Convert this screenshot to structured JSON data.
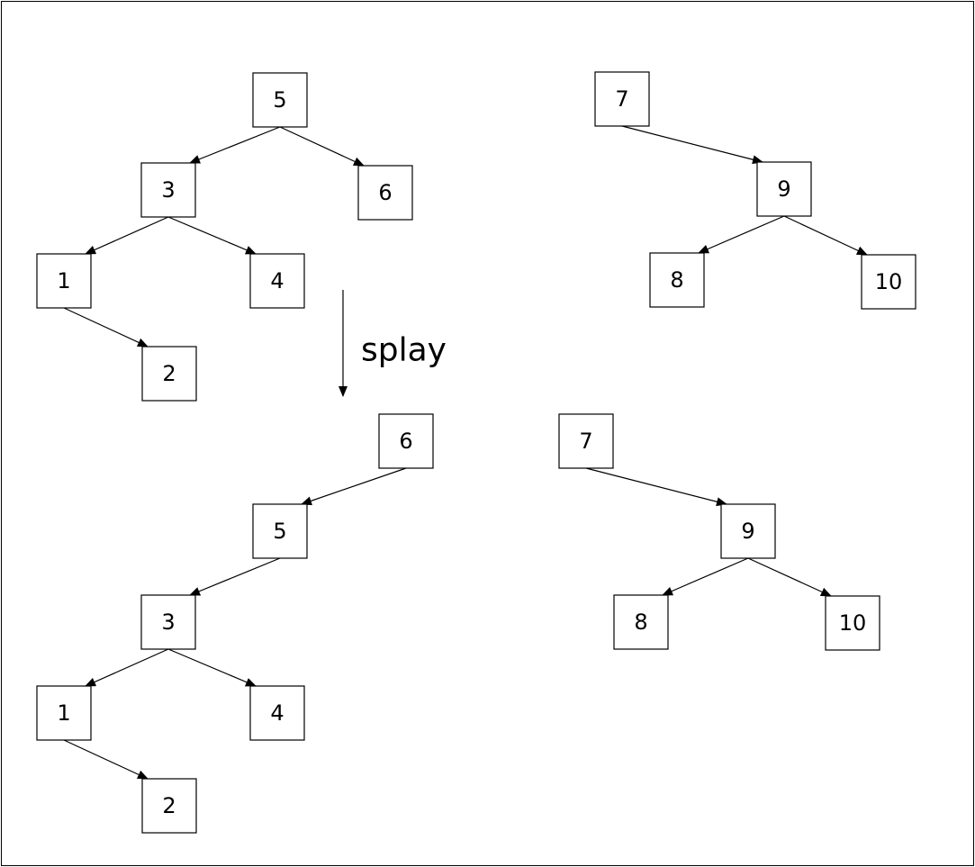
{
  "operation_label": "splay",
  "before": {
    "left_tree": [
      "5",
      "3",
      "6",
      "1",
      "4",
      "2"
    ],
    "right_tree": [
      "7",
      "9",
      "8",
      "10"
    ]
  },
  "after": {
    "left_tree": [
      "6",
      "5",
      "3",
      "1",
      "4",
      "2"
    ],
    "right_tree": [
      "7",
      "9",
      "8",
      "10"
    ]
  },
  "colors": {
    "stroke": "#000000",
    "background": "#ffffff"
  }
}
